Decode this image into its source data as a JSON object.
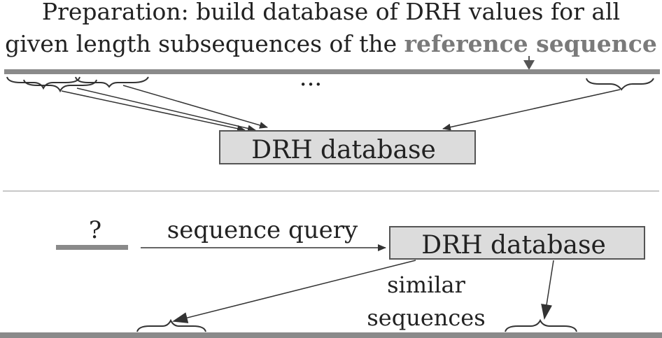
{
  "preparation": {
    "line1": "Preparation: build database of DRH values for all",
    "line2_prefix": "given length subsequences of the ",
    "line2_emphasis": "reference sequence"
  },
  "ellipsis": "...",
  "database": {
    "top_label": "DRH database",
    "bottom_label": "DRH database"
  },
  "query": {
    "unknown_mark": "?",
    "label": "sequence query"
  },
  "results": {
    "line1": "similar",
    "line2": "sequences"
  },
  "colors": {
    "sequence_bar": "#8a8a8a",
    "database_fill": "#dcdcdc",
    "database_stroke": "#555555",
    "arrow": "#333333",
    "divider": "#b5b5b5",
    "emphasis_text": "#7a7a7a"
  }
}
